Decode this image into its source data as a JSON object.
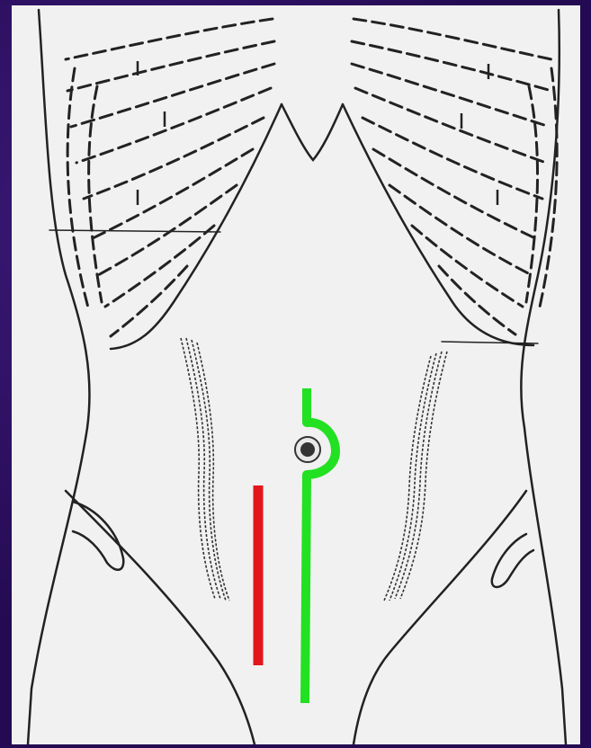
{
  "figure": {
    "subject": "anterior-abdomen-line-drawing",
    "incisions": [
      {
        "name": "paramedian-incision",
        "color": "#e4161c"
      },
      {
        "name": "midline-incision-around-umbilicus",
        "color": "#22e022"
      }
    ],
    "colors": {
      "frame": "#2a0e5a",
      "paper": "#f1f1f1",
      "ink": "#222222",
      "umbilicus": "#333333"
    }
  }
}
